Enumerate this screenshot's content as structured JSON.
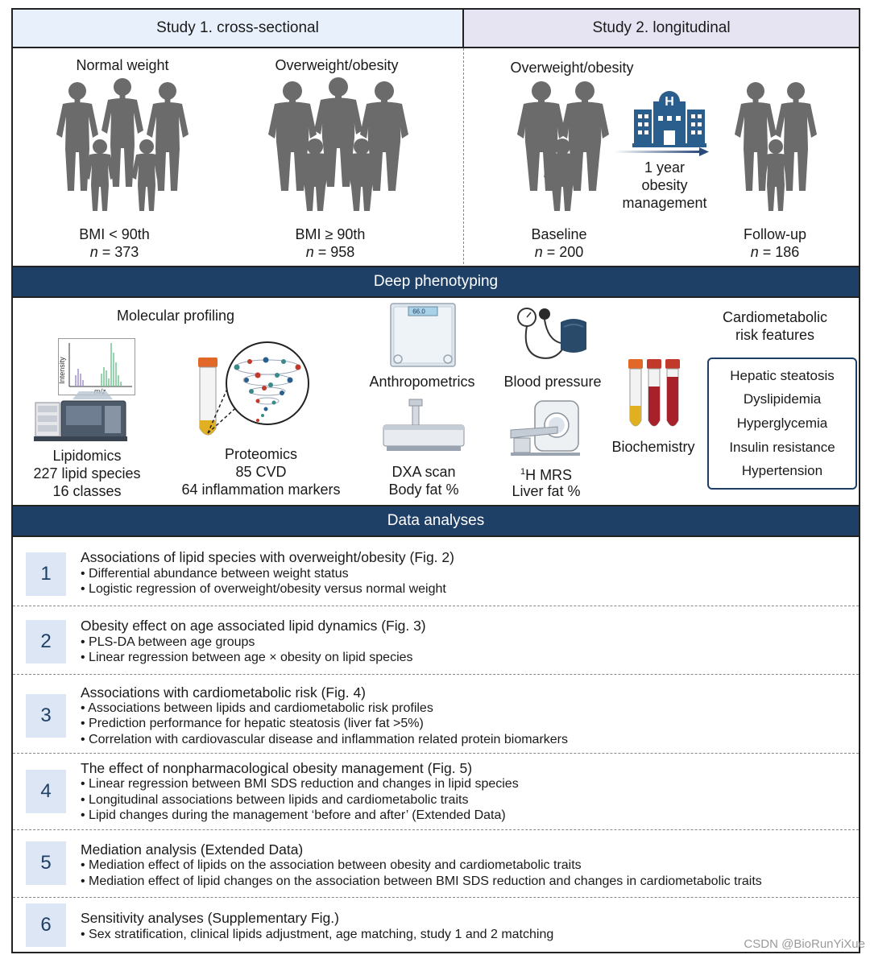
{
  "studies": {
    "study1": {
      "title": "Study 1. cross-sectional",
      "groups": [
        {
          "name": "Normal weight",
          "bmi": "BMI < 90th",
          "n_prefix": "n",
          "n_value": " = 373"
        },
        {
          "name": "Overweight/obesity",
          "bmi": "BMI ≥ 90th",
          "n_prefix": "n",
          "n_value": " = 958"
        }
      ]
    },
    "study2": {
      "title": "Study 2. longitudinal",
      "group_name": "Overweight/obesity",
      "intervention": [
        "1 year",
        "obesity",
        "management"
      ],
      "baseline": {
        "label": "Baseline",
        "n_prefix": "n",
        "n_value": " = 200"
      },
      "followup": {
        "label": "Follow-up",
        "n_prefix": "n",
        "n_value": " = 186"
      }
    }
  },
  "deep_phenotyping": {
    "title": "Deep phenotyping",
    "molecular_profiling": "Molecular profiling",
    "spectrum": {
      "ylabel": "Intensity",
      "xlabel": "m/z"
    },
    "lipidomics": [
      "Lipidomics",
      "227 lipid species",
      "16 classes"
    ],
    "proteomics": [
      "Proteomics",
      "85 CVD",
      "64 inflammation markers"
    ],
    "scale_reading": "66.0",
    "anthropometrics": "Anthropometrics",
    "blood_pressure": "Blood pressure",
    "dxa": [
      "DXA scan",
      "Body fat %"
    ],
    "mrs": {
      "sup": "1",
      "line1": "H MRS",
      "line2": "Liver fat %"
    },
    "biochemistry": "Biochemistry",
    "cardiometabolic_title": [
      "Cardiometabolic",
      "risk features"
    ],
    "risk_features": [
      "Hepatic steatosis",
      "Dyslipidemia",
      "Hyperglycemia",
      "Insulin resistance",
      "Hypertension"
    ]
  },
  "data_analyses": {
    "title": "Data analyses",
    "items": [
      {
        "num": "1",
        "title": "Associations of lipid species with overweight/obesity (Fig. 2)",
        "bullets": [
          "• Differential abundance between weight status",
          "• Logistic regression of overweight/obesity versus normal weight"
        ]
      },
      {
        "num": "2",
        "title": "Obesity effect on age associated lipid dynamics (Fig. 3)",
        "bullets": [
          "• PLS-DA between age groups",
          "• Linear regression between age × obesity on lipid species"
        ]
      },
      {
        "num": "3",
        "title": "Associations with cardiometabolic risk (Fig. 4)",
        "bullets": [
          "• Associations between lipids and cardiometabolic risk profiles",
          "• Prediction performance for hepatic steatosis (liver fat >5%)",
          "• Correlation with cardiovascular disease and inflammation related protein biomarkers"
        ]
      },
      {
        "num": "4",
        "title": "The effect of nonpharmacological obesity management (Fig. 5)",
        "bullets": [
          "• Linear regression between BMI SDS reduction and changes in lipid species",
          "• Longitudinal associations between lipids and cardiometabolic traits",
          "• Lipid changes during the management ‘before and after’ (Extended Data)"
        ]
      },
      {
        "num": "5",
        "title": "Mediation analysis (Extended Data)",
        "bullets": [
          "• Mediation effect of lipids on the association between obesity and cardiometabolic traits",
          "• Mediation effect of lipid changes on the association between BMI SDS reduction and  changes in cardiometabolic traits"
        ]
      },
      {
        "num": "6",
        "title": "Sensitivity analyses (Supplementary Fig.)",
        "bullets": [
          "• Sex stratification, clinical lipids adjustment, age matching, study 1 and 2 matching"
        ]
      }
    ]
  },
  "watermark": "CSDN @BioRunYiXue",
  "colors": {
    "navy": "#1e3f66",
    "silhouette": "#6b6b6b",
    "study1_bg": "#e8f1fb",
    "study2_bg": "#e6e3f2",
    "num_bg": "#dde6f4",
    "tube_cap": "#e2682a",
    "blood": "#a8202a",
    "serum": "#e0b020"
  }
}
